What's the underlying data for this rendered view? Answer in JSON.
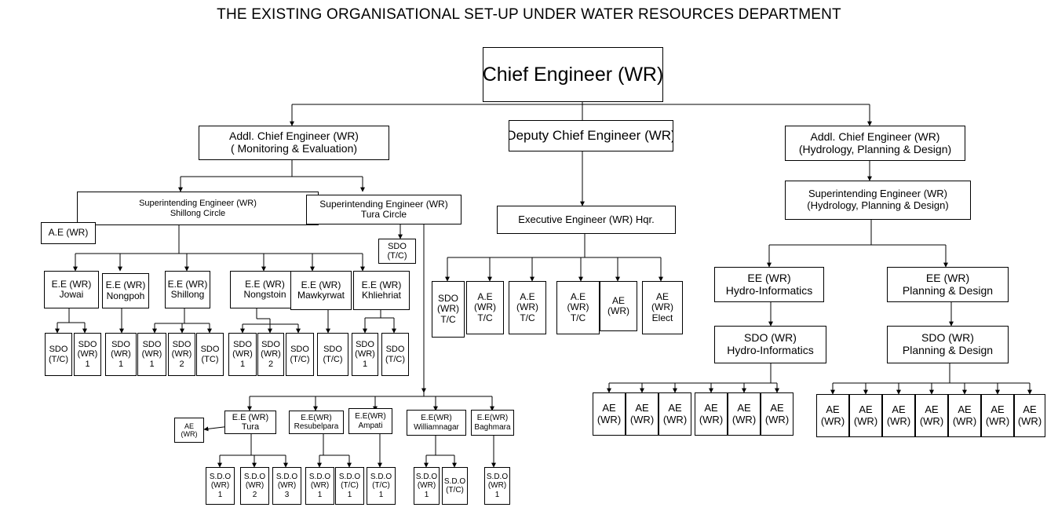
{
  "title": "THE EXISTING ORGANISATIONAL SET-UP UNDER  WATER RESOURCES DEPARTMENT",
  "nodes": {
    "ce": [
      "Chief Engineer (WR)"
    ],
    "ace_me": [
      "Addl. Chief Engineer (WR)",
      "( Monitoring & Evaluation)"
    ],
    "dce": [
      "Deputy Chief  Engineer (WR)"
    ],
    "ace_hpd": [
      "Addl. Chief  Engineer (WR)",
      "(Hydrology, Planning & Design)"
    ],
    "se_shillong": [
      "Superintending Engineer (WR)",
      "Shillong Circle"
    ],
    "se_tura": [
      "Superintending Engineer (WR)",
      "Tura Circle"
    ],
    "ee_hqr": [
      "Executive Engineer (WR) Hqr."
    ],
    "se_hpd": [
      "Superintending Engineer (WR)",
      "(Hydrology, Planning & Design)"
    ],
    "ae_shillong": [
      "A.E (WR)"
    ],
    "sdo_tura_tc": [
      "SDO",
      "(T/C)"
    ],
    "ee_jowai": [
      "E.E (WR)",
      "Jowai"
    ],
    "ee_nongpoh": [
      "E.E (WR)",
      "Nongpoh"
    ],
    "ee_shillong": [
      "E.E (WR)",
      "Shillong"
    ],
    "ee_nongstoin": [
      "E.E (WR)",
      "Nongstoin"
    ],
    "ee_mawkyrwat": [
      "E.E (WR)",
      "Mawkyrwat"
    ],
    "ee_khliehriat": [
      "E.E (WR)",
      "Khliehriat"
    ],
    "jowai_sdo_tc": [
      "SDO",
      "(T/C)"
    ],
    "jowai_sdo_wr1": [
      "SDO",
      "(WR)",
      "1"
    ],
    "nongpoh_sdo_wr1": [
      "SDO",
      "(WR)",
      "1"
    ],
    "shillong_sdo_wr1": [
      "SDO",
      "(WR)",
      "1"
    ],
    "shillong_sdo_wr2": [
      "SDO",
      "(WR)",
      "2"
    ],
    "shillong_sdo_tc": [
      "SDO",
      "(TC)"
    ],
    "nongstoin_sdo_wr1": [
      "SDO",
      "(WR)",
      "1"
    ],
    "nongstoin_sdo_wr2": [
      "SDO",
      "(WR)",
      "2"
    ],
    "nongstoin_sdo_tc": [
      "SDO",
      "(T/C)"
    ],
    "mawkyrwat_sdo_tc": [
      "SDO",
      "(T/C)"
    ],
    "khliehriat_sdo_wr1": [
      "SDO",
      "(WR)",
      "1"
    ],
    "khliehriat_sdo_tc": [
      "SDO",
      "(T/C)"
    ],
    "hq_sdo_wr_tc": [
      "SDO",
      "(WR)",
      "T/C"
    ],
    "hq_ae_wr_tc_1": [
      "A.E",
      "(WR)",
      "T/C"
    ],
    "hq_ae_wr_tc_2": [
      "A.E",
      "(WR)",
      "T/C"
    ],
    "hq_ae_wr_tc_3": [
      "A.E",
      "(WR)",
      "T/C"
    ],
    "hq_ae_wr": [
      "AE",
      "(WR)"
    ],
    "hq_ae_elect": [
      "AE",
      "(WR)",
      "Elect"
    ],
    "ee_hydro": [
      "EE (WR)",
      "Hydro-Informatics"
    ],
    "ee_pd": [
      "EE (WR)",
      "Planning & Design"
    ],
    "sdo_hydro": [
      "SDO (WR)",
      "Hydro-Informatics"
    ],
    "sdo_pd": [
      "SDO (WR)",
      "Planning & Design"
    ],
    "hydro_ae_1": [
      "AE",
      "(WR)"
    ],
    "hydro_ae_2": [
      "AE",
      "(WR)"
    ],
    "hydro_ae_3": [
      "AE",
      "(WR)"
    ],
    "hydro_ae_4": [
      "AE",
      "(WR)"
    ],
    "hydro_ae_5": [
      "AE",
      "(WR)"
    ],
    "hydro_ae_6": [
      "AE",
      "(WR)"
    ],
    "pd_ae_1": [
      "AE",
      "(WR)"
    ],
    "pd_ae_2": [
      "AE",
      "(WR)"
    ],
    "pd_ae_3": [
      "AE",
      "(WR)"
    ],
    "pd_ae_4": [
      "AE",
      "(WR)"
    ],
    "pd_ae_5": [
      "AE",
      "(WR)"
    ],
    "pd_ae_6": [
      "AE",
      "(WR)"
    ],
    "pd_ae_7": [
      "AE",
      "(WR)"
    ],
    "tura_ae": [
      "AE",
      "(WR)"
    ],
    "ee_tura": [
      "E.E (WR)",
      "Tura"
    ],
    "ee_resubelpara": [
      "E.E(WR)",
      "Resubelpara"
    ],
    "ee_ampati": [
      "E.E(WR)",
      "Ampati"
    ],
    "ee_williamnagar": [
      "E.E(WR)",
      "Williamnagar"
    ],
    "ee_baghmara": [
      "E.E(WR)",
      "Baghmara"
    ],
    "tura_sdo_wr1": [
      "S.D.O",
      "(WR)",
      "1"
    ],
    "tura_sdo_wr2": [
      "S.D.O",
      "(WR)",
      "2"
    ],
    "tura_sdo_wr3": [
      "S.D.O",
      "(WR)",
      "3"
    ],
    "resubelpara_sdo_wr1": [
      "S.D.O",
      "(WR)",
      "1"
    ],
    "resubelpara_sdo_tc1": [
      "S.D.O",
      "(T/C)",
      "1"
    ],
    "ampati_sdo_tc1": [
      "S.D.O",
      "(T/C)",
      "1"
    ],
    "williamnagar_sdo_wr1": [
      "S.D.O",
      "(WR)",
      "1"
    ],
    "williamnagar_sdo_tc": [
      "S.D.O",
      "(T/C)"
    ],
    "baghmara_sdo_wr1": [
      "S.D.O",
      "(WR)",
      "1"
    ]
  }
}
